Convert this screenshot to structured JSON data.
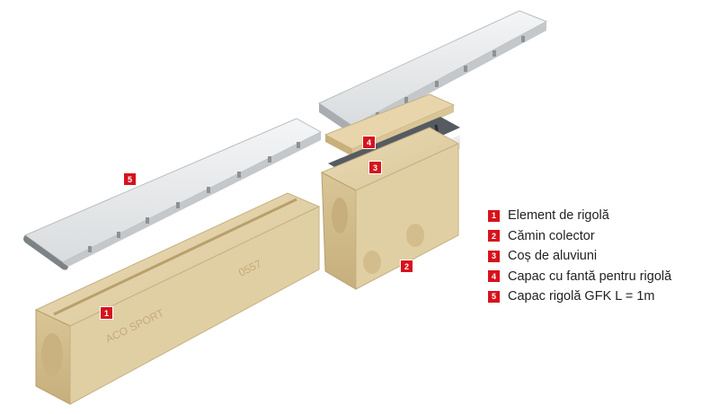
{
  "legend": [
    {
      "num": "1",
      "label": "Element de rigolă"
    },
    {
      "num": "2",
      "label": "Cămin colector"
    },
    {
      "num": "3",
      "label": "Coș de aluviuni"
    },
    {
      "num": "4",
      "label": "Capac cu fantă pentru rigolă"
    },
    {
      "num": "5",
      "label": "Capac rigolă GFK L = 1m"
    }
  ],
  "callouts": {
    "c1": "1",
    "c2": "2",
    "c3": "3",
    "c4": "4",
    "c5": "5"
  },
  "engravings": {
    "brand": "ACO SPORT",
    "code": "0557"
  },
  "colors": {
    "accent": "#d7121c",
    "polymer_concrete": "#e3d2ac",
    "cover": "#e9ebec"
  }
}
